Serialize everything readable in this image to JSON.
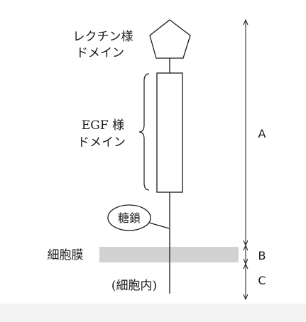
{
  "labels": {
    "lectin_line1": "レクチン様",
    "lectin_line2": "ドメイン",
    "egf_line1": "EGF 様",
    "egf_line2": "ドメイン",
    "sugar_chain": "糖鎖",
    "cell_membrane": "細胞膜",
    "intracellular": "(細胞内)"
  },
  "segments": {
    "a": "A",
    "b": "B",
    "c": "C"
  },
  "colors": {
    "membrane": "#d2d2d2",
    "ink": "#1a1a1a",
    "footer": "#f3f3f3"
  }
}
